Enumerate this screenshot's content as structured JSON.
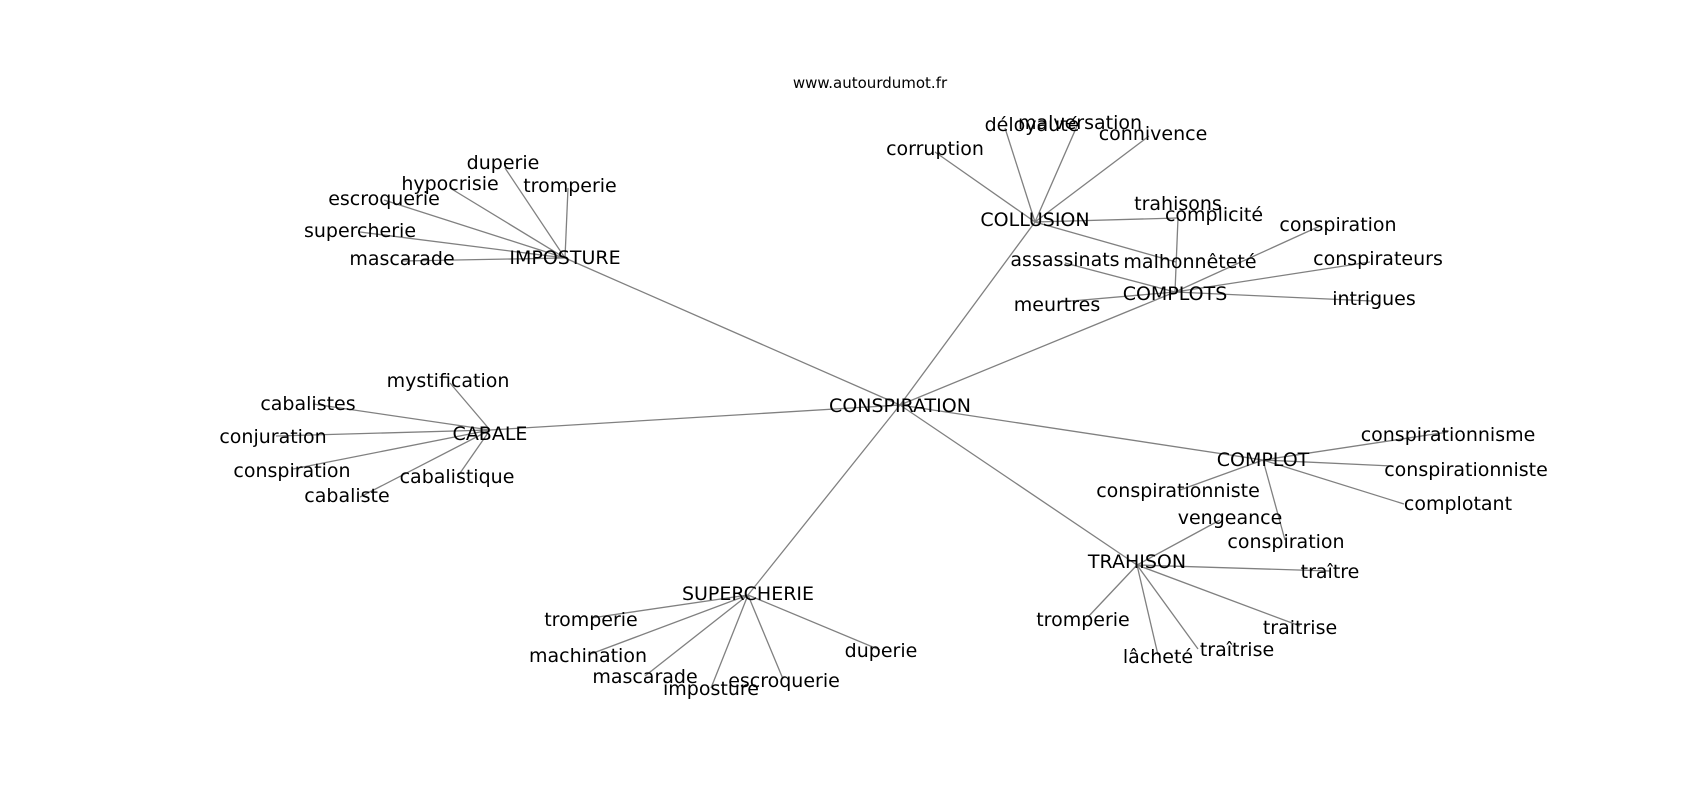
{
  "watermark": "www.autourdumot.fr",
  "colors": {
    "edge": "#808080",
    "text": "#000000",
    "background": "#ffffff"
  },
  "graph": {
    "root": "n0",
    "nodes": [
      {
        "id": "n0",
        "label": "CONSPIRATION"
      },
      {
        "id": "n1",
        "label": "IMPOSTURE"
      },
      {
        "id": "n2",
        "label": "COLLUSION"
      },
      {
        "id": "n3",
        "label": "COMPLOTS"
      },
      {
        "id": "n4",
        "label": "CABALE"
      },
      {
        "id": "n5",
        "label": "COMPLOT"
      },
      {
        "id": "n6",
        "label": "TRAHISON"
      },
      {
        "id": "n7",
        "label": "SUPERCHERIE"
      },
      {
        "id": "n8",
        "label": "duperie"
      },
      {
        "id": "n9",
        "label": "hypocrisie"
      },
      {
        "id": "n10",
        "label": "tromperie"
      },
      {
        "id": "n11",
        "label": "escroquerie"
      },
      {
        "id": "n12",
        "label": "supercherie"
      },
      {
        "id": "n13",
        "label": "mascarade"
      },
      {
        "id": "n14",
        "label": "déloyauté"
      },
      {
        "id": "n15",
        "label": "malversation"
      },
      {
        "id": "n16",
        "label": "connivence"
      },
      {
        "id": "n17",
        "label": "corruption"
      },
      {
        "id": "n18",
        "label": "trahisons"
      },
      {
        "id": "n19",
        "label": "complicité"
      },
      {
        "id": "n20",
        "label": "malhonnêteté"
      },
      {
        "id": "n21",
        "label": "assassinats"
      },
      {
        "id": "n22",
        "label": "conspiration"
      },
      {
        "id": "n23",
        "label": "conspirateurs"
      },
      {
        "id": "n24",
        "label": "meurtres"
      },
      {
        "id": "n25",
        "label": "intrigues"
      },
      {
        "id": "n26",
        "label": "mystification"
      },
      {
        "id": "n27",
        "label": "cabalistes"
      },
      {
        "id": "n28",
        "label": "conjuration"
      },
      {
        "id": "n29",
        "label": "conspiration"
      },
      {
        "id": "n30",
        "label": "cabalistique"
      },
      {
        "id": "n31",
        "label": "cabaliste"
      },
      {
        "id": "n32",
        "label": "conspirationnisme"
      },
      {
        "id": "n33",
        "label": "conspirationniste"
      },
      {
        "id": "n34",
        "label": "conspirationniste"
      },
      {
        "id": "n35",
        "label": "complotant"
      },
      {
        "id": "n36",
        "label": "vengeance"
      },
      {
        "id": "n37",
        "label": "conspiration"
      },
      {
        "id": "n38",
        "label": "traître"
      },
      {
        "id": "n39",
        "label": "tromperie"
      },
      {
        "id": "n40",
        "label": "traitrise"
      },
      {
        "id": "n41",
        "label": "lâcheté"
      },
      {
        "id": "n42",
        "label": "traîtrise"
      },
      {
        "id": "n43",
        "label": "tromperie"
      },
      {
        "id": "n44",
        "label": "machination"
      },
      {
        "id": "n45",
        "label": "mascarade"
      },
      {
        "id": "n46",
        "label": "imposture"
      },
      {
        "id": "n47",
        "label": "escroquerie"
      },
      {
        "id": "n48",
        "label": "duperie"
      }
    ],
    "edges": [
      [
        "n0",
        "n1"
      ],
      [
        "n0",
        "n2"
      ],
      [
        "n0",
        "n3"
      ],
      [
        "n0",
        "n4"
      ],
      [
        "n0",
        "n5"
      ],
      [
        "n0",
        "n6"
      ],
      [
        "n0",
        "n7"
      ],
      [
        "n1",
        "n8"
      ],
      [
        "n1",
        "n9"
      ],
      [
        "n1",
        "n10"
      ],
      [
        "n1",
        "n11"
      ],
      [
        "n1",
        "n12"
      ],
      [
        "n1",
        "n13"
      ],
      [
        "n2",
        "n14"
      ],
      [
        "n2",
        "n15"
      ],
      [
        "n2",
        "n16"
      ],
      [
        "n2",
        "n17"
      ],
      [
        "n2",
        "n18"
      ],
      [
        "n2",
        "n20"
      ],
      [
        "n3",
        "n19"
      ],
      [
        "n3",
        "n21"
      ],
      [
        "n3",
        "n22"
      ],
      [
        "n3",
        "n23"
      ],
      [
        "n3",
        "n24"
      ],
      [
        "n3",
        "n25"
      ],
      [
        "n4",
        "n26"
      ],
      [
        "n4",
        "n27"
      ],
      [
        "n4",
        "n28"
      ],
      [
        "n4",
        "n29"
      ],
      [
        "n4",
        "n30"
      ],
      [
        "n4",
        "n31"
      ],
      [
        "n5",
        "n32"
      ],
      [
        "n5",
        "n33"
      ],
      [
        "n5",
        "n34"
      ],
      [
        "n5",
        "n35"
      ],
      [
        "n5",
        "n37"
      ],
      [
        "n6",
        "n36"
      ],
      [
        "n6",
        "n38"
      ],
      [
        "n6",
        "n39"
      ],
      [
        "n6",
        "n40"
      ],
      [
        "n6",
        "n41"
      ],
      [
        "n6",
        "n42"
      ],
      [
        "n7",
        "n43"
      ],
      [
        "n7",
        "n44"
      ],
      [
        "n7",
        "n45"
      ],
      [
        "n7",
        "n46"
      ],
      [
        "n7",
        "n47"
      ],
      [
        "n7",
        "n48"
      ]
    ]
  }
}
